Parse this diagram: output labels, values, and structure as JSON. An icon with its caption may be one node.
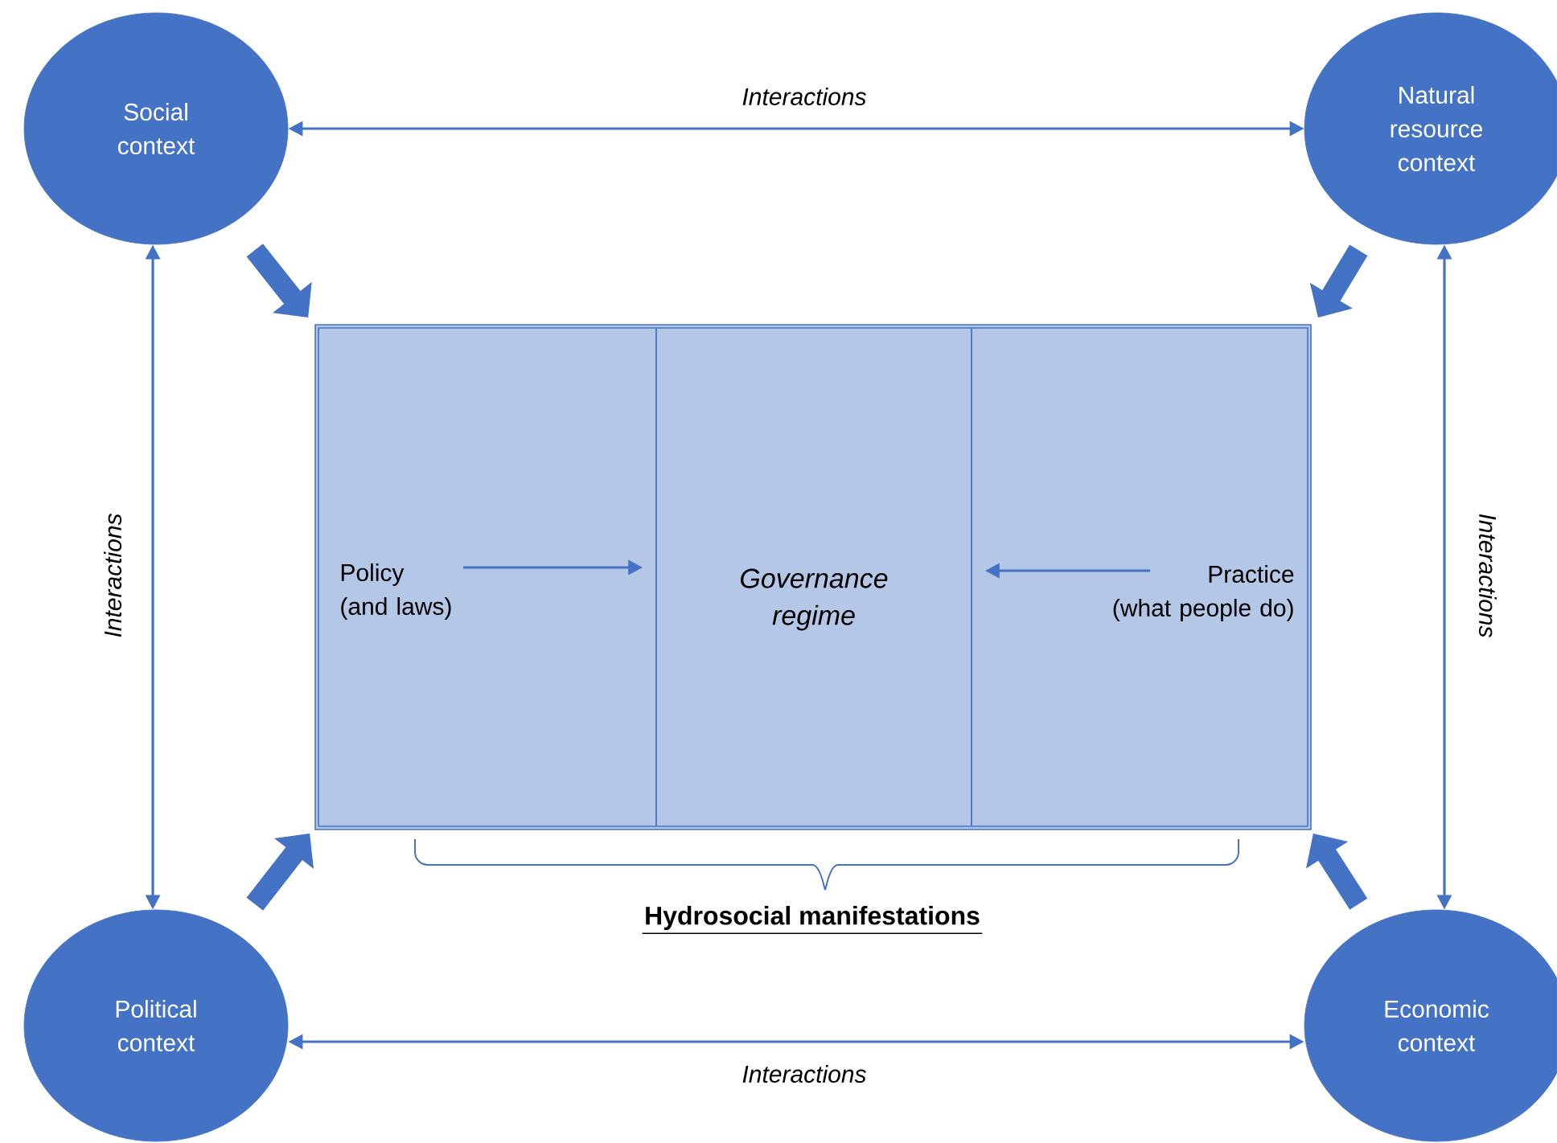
{
  "diagram": {
    "nodes": [
      {
        "text": [
          "Social context"
        ]
      },
      {
        "text": [
          "Natural resource context"
        ]
      },
      {
        "text": [],
        "shape": "box"
      },
      {
        "text": [
          "Policy (and laws)"
        ],
        "in": 2
      },
      {
        "text": [
          "Governance regime"
        ],
        "in": 2
      },
      {
        "text": [
          "Practice (what people do)"
        ],
        "in": 2
      },
      {
        "text": [
          "Political context"
        ]
      },
      {
        "text": [
          "Economic context"
        ]
      }
    ],
    "edges": [
      {
        "from": 0,
        "to": 1,
        "arrow": "both",
        "label": "Interactions"
      },
      {
        "from": 0,
        "to": 2,
        "arrow": "to",
        "style": "thick"
      },
      {
        "from": 1,
        "to": 2,
        "arrow": "to",
        "style": "thick"
      },
      {
        "from": 0,
        "to": 6,
        "arrow": "both",
        "label": "Interactions"
      },
      {
        "from": 1,
        "to": 7,
        "arrow": "both",
        "label": "Interactions"
      },
      {
        "from": 3,
        "to": 4,
        "arrow": "to"
      },
      {
        "from": 5,
        "to": 4,
        "arrow": "to"
      },
      {
        "from": 6,
        "to": 2,
        "arrow": "to",
        "style": "thick"
      },
      {
        "from": 7,
        "to": 2,
        "arrow": "to",
        "style": "thick"
      },
      {
        "from": 6,
        "to": 7,
        "arrow": "both",
        "label": "Interactions"
      }
    ],
    "labels": [
      "Hydrosocial manifestations"
    ]
  }
}
